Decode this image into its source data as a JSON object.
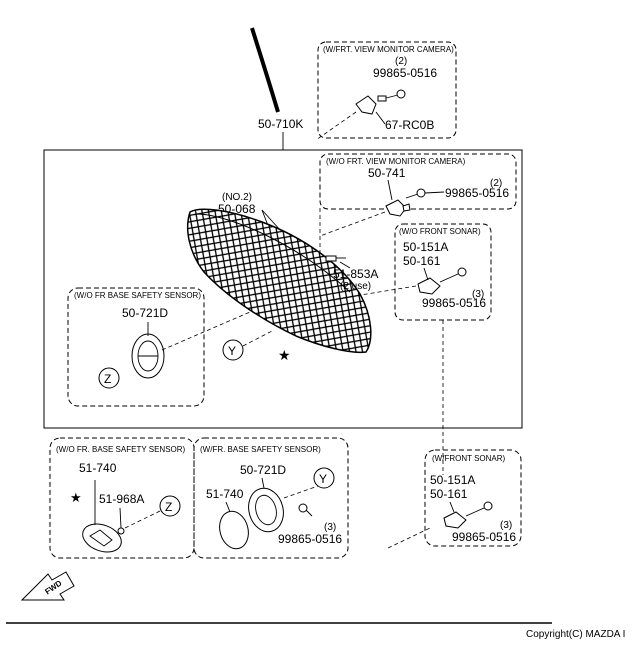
{
  "labels": {
    "main_part": "50-710K",
    "cam_box_title": "(W/FRT. VIEW MONITOR CAMERA)",
    "cam_bolt_qty": "(2)",
    "cam_bolt": "99865-0516",
    "cam_part": "67-RC0B",
    "nocam_title": "(W/O FRT. VIEW MONITOR CAMERA)",
    "nocam_part": "50-741",
    "nocam_bolt_qty": "(2)",
    "nocam_bolt": "99865-0516",
    "no2": "(NO.2)",
    "grille_clip": "50-068",
    "clip_part": "51-853A",
    "clip_qty": "(2 use)",
    "sonar_title": "(W/O FRONT SONAR)",
    "sonar_p1": "50-151A",
    "sonar_p2": "50-161",
    "sonar_qty": "(3)",
    "sonar_bolt": "99865-0516",
    "fr_sensor_title": "(W/O FR BASE SAFETY SENSOR)",
    "fr_sensor_part": "50-721D",
    "callout_y": "Y",
    "callout_z": "Z",
    "bl_title": "(W/O FR. BASE SAFETY SENSOR)",
    "bl_p1": "51-740",
    "bl_p2": "51-968A",
    "bm_title": "(W/FR. BASE SAFETY SENSOR)",
    "bm_p1": "50-721D",
    "bm_p2": "51-740",
    "bm_qty": "(3)",
    "bm_bolt": "99865-0516",
    "br_title": "(W/FRONT SONAR)",
    "br_p1": "50-151A",
    "br_p2": "50-161",
    "br_qty": "(3)",
    "br_bolt": "99865-0516",
    "fwd": "FWD",
    "copyright": "Copyright(C) MAZDA I"
  }
}
